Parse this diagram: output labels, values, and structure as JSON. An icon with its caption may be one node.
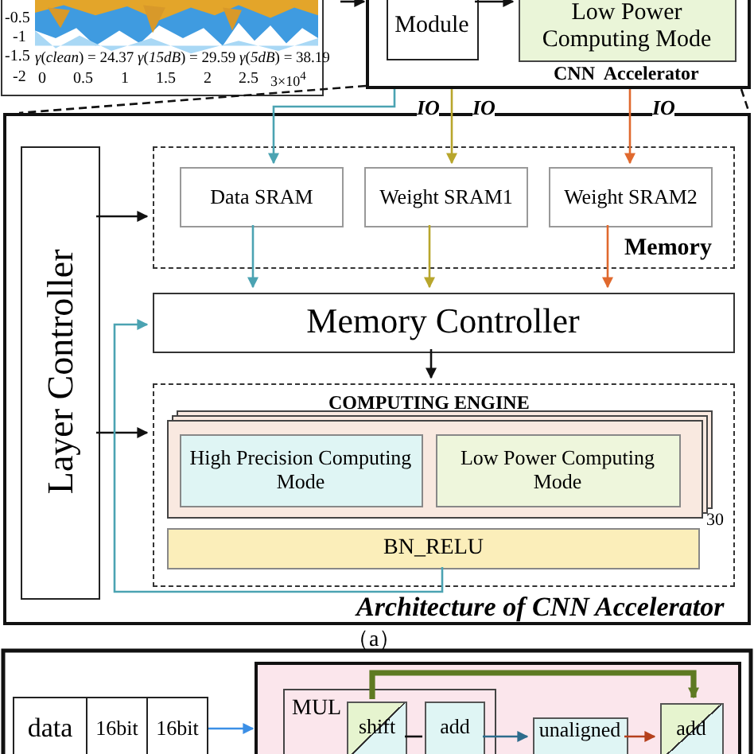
{
  "diagram": {
    "nodes": [
      {
        "text": [
          "CNN  Accelerator"
        ]
      },
      {
        "text": [
          "Module"
        ],
        "in": 0
      },
      {
        "text": [
          "Low Power Computing Mode"
        ],
        "in": 0
      },
      {
        "text": [
          "Architecture of CNN Accelerator"
        ]
      },
      {
        "text": [
          "Layer Controller"
        ],
        "in": 3
      },
      {
        "text": [
          "Memory"
        ],
        "in": 3
      },
      {
        "text": [
          "Data SRAM"
        ],
        "in": 5
      },
      {
        "text": [
          "Weight SRAM1"
        ],
        "in": 5
      },
      {
        "text": [
          "Weight SRAM2"
        ],
        "in": 5
      },
      {
        "text": [
          "Memory Controller"
        ],
        "in": 3
      },
      {
        "text": [
          "COMPUTING ENGINE"
        ],
        "in": 3
      },
      {
        "text": [],
        "shape": "box",
        "in": 10,
        "beside": [
          "30"
        ]
      },
      {
        "text": [
          "High Precision Computing Mode"
        ],
        "in": 11
      },
      {
        "text": [
          "Low Power Computing Mode"
        ],
        "in": 11
      },
      {
        "text": [
          "BN_RELU"
        ],
        "in": 10
      },
      {
        "text": [
          "data"
        ]
      },
      {
        "text": [
          "16bit"
        ]
      },
      {
        "text": [
          "16bit"
        ]
      },
      {
        "text": [],
        "shape": "box"
      },
      {
        "text": [
          "MUL"
        ],
        "in": 18
      },
      {
        "text": [
          "shift"
        ],
        "in": 19
      },
      {
        "text": [
          "add"
        ],
        "in": 19
      },
      {
        "text": [
          "unaligned"
        ],
        "in": 18
      },
      {
        "text": [
          "add"
        ],
        "in": 18
      }
    ],
    "edges": [
      {
        "from": 0,
        "to": 6,
        "arrow": "to",
        "label": "IO",
        "color": "#4ba3b2"
      },
      {
        "from": 0,
        "to": 7,
        "arrow": "to",
        "label": "IO",
        "color": "#b8a62c"
      },
      {
        "from": 0,
        "to": 8,
        "arrow": "to",
        "label": "IO",
        "color": "#e0692e"
      },
      {
        "from": 6,
        "to": 9,
        "arrow": "to",
        "color": "#4ba3b2"
      },
      {
        "from": 7,
        "to": 9,
        "arrow": "to",
        "color": "#b8a62c"
      },
      {
        "from": 8,
        "to": 9,
        "arrow": "to",
        "color": "#e0692e"
      },
      {
        "from": 4,
        "to": 5,
        "arrow": "to"
      },
      {
        "from": 9,
        "to": 10,
        "arrow": "to"
      },
      {
        "from": 4,
        "to": 10,
        "arrow": "to"
      },
      {
        "from": 14,
        "to": 9,
        "arrow": "to",
        "color": "#4ba3b2"
      },
      {
        "from": null,
        "to": 0,
        "arrow": "to"
      },
      {
        "from": 1,
        "to": 2,
        "arrow": "to"
      },
      {
        "from": 17,
        "to": 18,
        "arrow": "to",
        "color": "#3b8fe6"
      },
      {
        "from": 20,
        "to": 21,
        "arrow": "none"
      },
      {
        "from": 21,
        "to": 22,
        "arrow": "to",
        "color": "#2d6c8c"
      },
      {
        "from": 22,
        "to": 23,
        "arrow": "to",
        "color": "#b5401c"
      },
      {
        "from": 20,
        "to": 23,
        "arrow": "to",
        "style": "thick",
        "color": "#5e7a22"
      },
      {
        "from": 0,
        "to": 3,
        "arrow": "none",
        "style": "dashed"
      },
      {
        "from": 0,
        "to": 3,
        "arrow": "none",
        "style": "dashed"
      }
    ],
    "labels": [
      "-0.5",
      "-1",
      "-1.5",
      "-2",
      "0",
      "0.5",
      "1",
      "1.5",
      "2",
      "2.5",
      "3×10$^{4}$",
      "*γ*(*clean*) = 24.37 *γ*(*15dB*) = 29.59 *γ*(*5dB*) = 38.19",
      "（a）"
    ]
  }
}
